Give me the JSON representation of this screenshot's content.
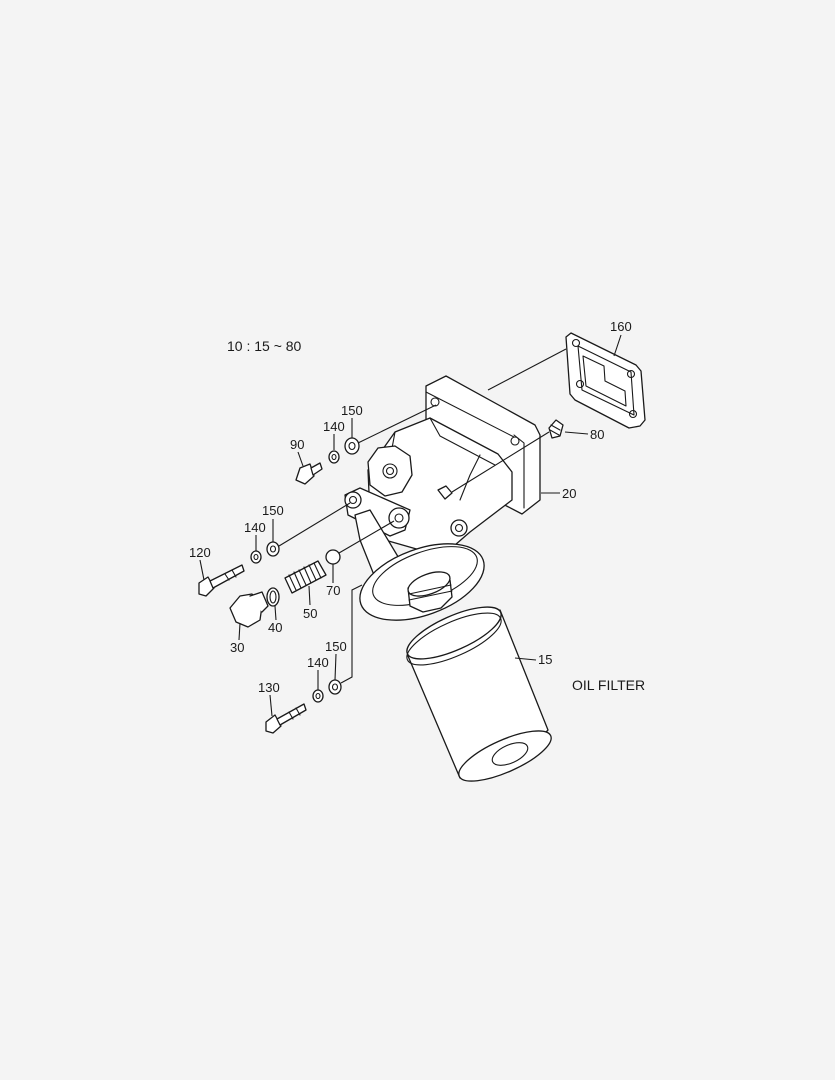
{
  "diagram": {
    "range_note": "10 : 15 ~ 80",
    "oil_filter_label": "OIL FILTER",
    "callouts": {
      "c160": "160",
      "c80": "80",
      "c20": "20",
      "c150a": "150",
      "c140a": "140",
      "c90": "90",
      "c150b": "150",
      "c140b": "140",
      "c120": "120",
      "c70": "70",
      "c50": "50",
      "c40": "40",
      "c30": "30",
      "c15": "15",
      "c150c": "150",
      "c140c": "140",
      "c130": "130"
    }
  }
}
